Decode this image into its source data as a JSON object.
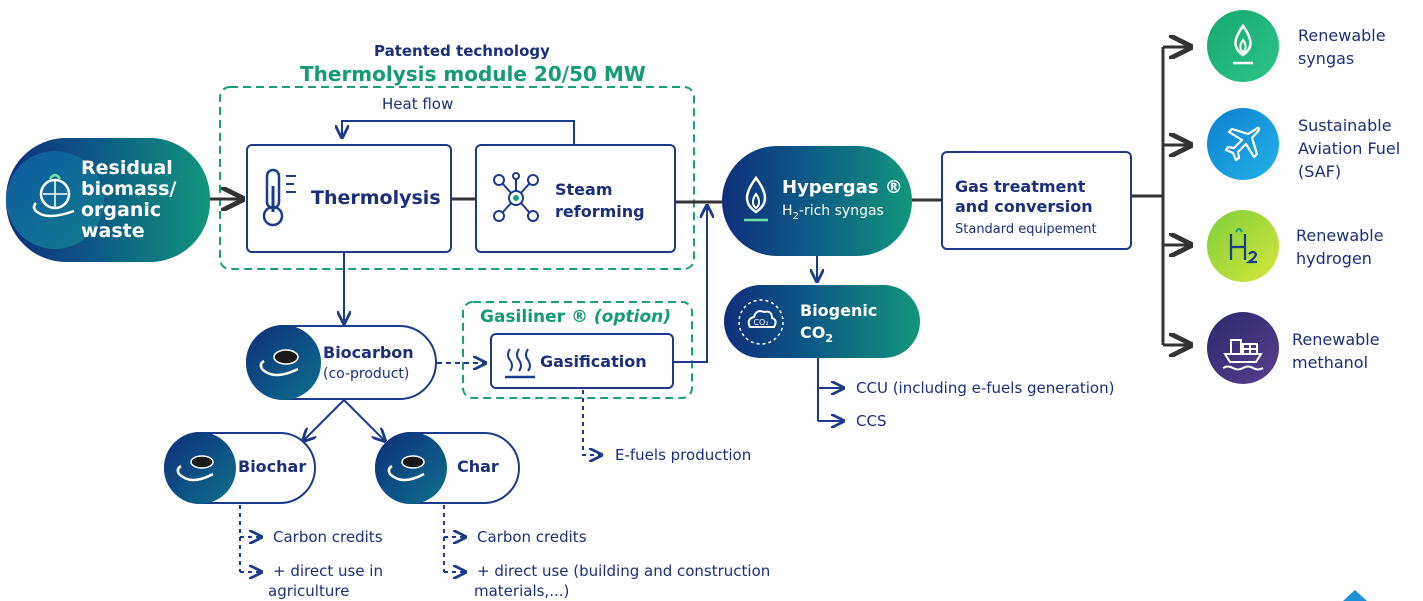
{
  "patented_label": "Patented technology",
  "module_title": "Thermolysis module 20/50 MW",
  "heat_flow": "Heat flow",
  "input": {
    "line1": "Residual",
    "line2": "biomass/",
    "line3": "organic",
    "line4": "waste"
  },
  "thermolysis": "Thermolysis",
  "steam": {
    "line1": "Steam",
    "line2": "reforming"
  },
  "hypergas": {
    "title": "Hypergas ®",
    "sub_prefix": "H",
    "sub_index": "2",
    "sub_rest": "-rich syngas"
  },
  "gas_treatment": {
    "line1": "Gas treatment",
    "line2": "and conversion",
    "line3": "Standard equipement"
  },
  "biogenic": {
    "line1": "Biogenic",
    "line2_prefix": "CO",
    "line2_index": "2"
  },
  "co2_outputs": [
    "CCU (including e-fuels generation)",
    "CCS"
  ],
  "gasiliner": {
    "title": "Gasiliner ®",
    "option": "(option)",
    "gasification": "Gasification",
    "output": "E-fuels production"
  },
  "biocarbon": {
    "title": "Biocarbon",
    "sub": "(co-product)"
  },
  "biochar": {
    "title": "Biochar",
    "out1": "Carbon credits",
    "out2_line1": "+ direct use in",
    "out2_line2": "agriculture"
  },
  "char": {
    "title": "Char",
    "out1": "Carbon credits",
    "out2_line1": "+ direct use (building and construction",
    "out2_line2": "materials,...)"
  },
  "products": [
    {
      "line1": "Renewable",
      "line2": "syngas",
      "line3": "",
      "icon": "flame-icon",
      "color_from": "#17a86e",
      "color_to": "#2cc48a"
    },
    {
      "line1": "Sustainable",
      "line2": "Aviation Fuel",
      "line3": "(SAF)",
      "icon": "airplane-icon",
      "color_from": "#0e7fd1",
      "color_to": "#23b3e8"
    },
    {
      "line1": "Renewable",
      "line2": "hydrogen",
      "line3": "",
      "icon": "hydrogen-icon",
      "color_from": "#7ccf3c",
      "color_to": "#d8e63a"
    },
    {
      "line1": "Renewable",
      "line2": "methanol",
      "line3": "",
      "icon": "ship-icon",
      "color_from": "#2a2a6e",
      "color_to": "#5a3e8c"
    }
  ],
  "colors": {
    "navy": "#1b3a8c",
    "green": "#159a78",
    "dashed_green": "#1e9c7e"
  }
}
